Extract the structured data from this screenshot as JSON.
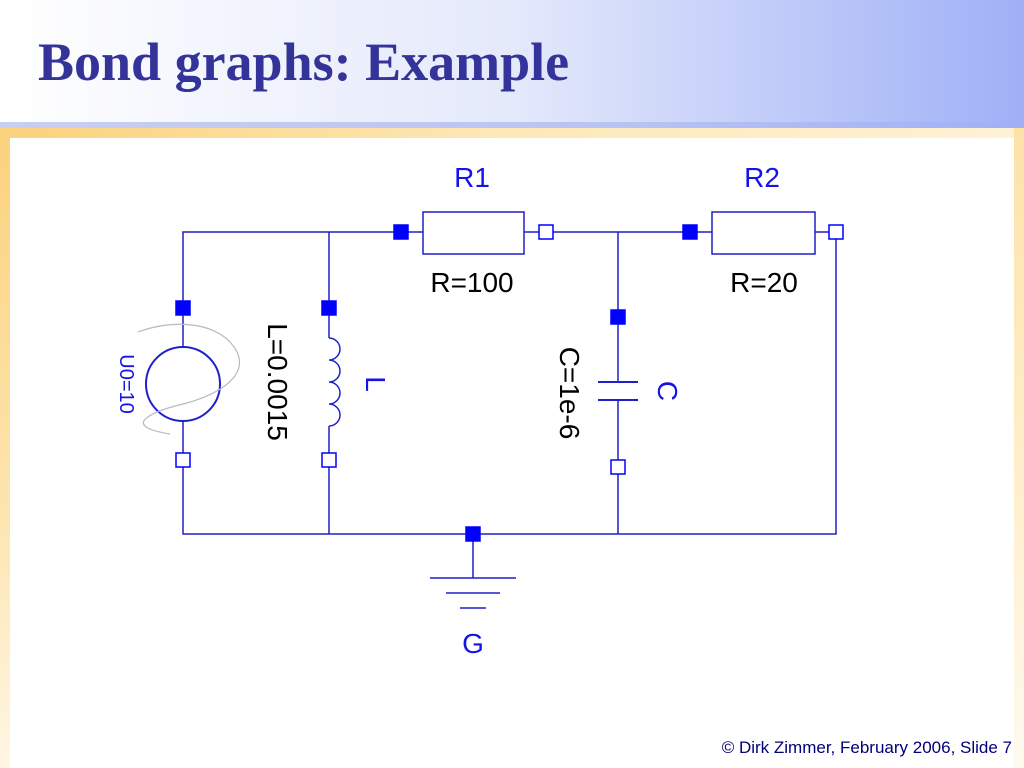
{
  "slide": {
    "title": "Bond graphs: Example",
    "footer": "© Dirk Zimmer, February 2006, Slide 7"
  },
  "circuit": {
    "resistor_r1": {
      "name": "R1",
      "param": "R=100"
    },
    "resistor_r2": {
      "name": "R2",
      "param": "R=20"
    },
    "inductor": {
      "name": "L",
      "param": "L=0.0015"
    },
    "capacitor": {
      "name": "C",
      "param": "C=1e-6"
    },
    "source": {
      "param": "U0=10"
    },
    "ground": {
      "name": "G"
    }
  },
  "colors": {
    "title_text": "#333399",
    "wire": "#2020c8",
    "pin": "#0000ff",
    "label_blue": "#1414e6",
    "footer_text": "#00007a"
  }
}
